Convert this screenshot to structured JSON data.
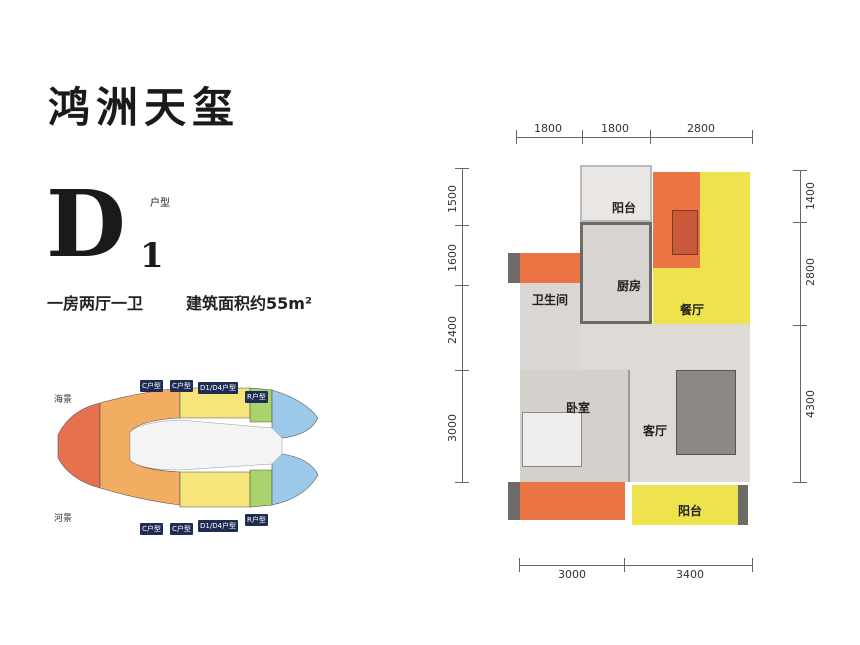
{
  "project_name": "鸿洲天玺",
  "unit": {
    "letter": "D",
    "number": "1",
    "type_label": "户型",
    "layout": "一房两厅一卫",
    "area": "建筑面积约55m²"
  },
  "key_plan": {
    "views": {
      "top": "海景",
      "bottom": "河景"
    },
    "tags_top": [
      "C户型",
      "C户型",
      "D1/D4户型",
      "R户型"
    ],
    "tags_bottom": [
      "C户型",
      "C户型",
      "D1/D4户型",
      "R户型"
    ],
    "colors": {
      "red": "#e5714f",
      "orange": "#f2ad63",
      "yellow": "#f5e57a",
      "green": "#a9d36c",
      "blue": "#9cc8ea"
    }
  },
  "floor_plan": {
    "dims_top": [
      "1800",
      "1800",
      "2800"
    ],
    "dims_bottom": [
      "3000",
      "3400"
    ],
    "dims_left": [
      "1500",
      "1600",
      "2400",
      "3000"
    ],
    "dims_right": [
      "1400",
      "2800",
      "4300"
    ],
    "rooms": {
      "balcony_north": "阳台",
      "kitchen": "厨房",
      "dining": "餐厅",
      "bathroom": "卫生间",
      "bedroom": "卧室",
      "living": "客厅",
      "balcony_south": "阳台"
    },
    "colors": {
      "orange": "#ea7443",
      "yellow": "#efe34d",
      "floor": "#dedad6",
      "wall": "#6e6a68"
    }
  }
}
